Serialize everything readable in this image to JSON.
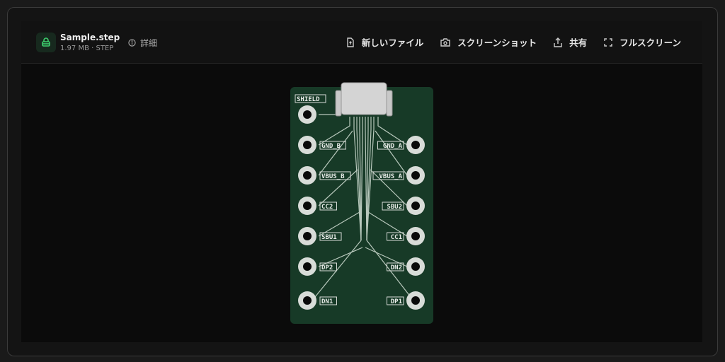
{
  "file": {
    "name": "Sample.step",
    "meta": "1.97 MB · STEP",
    "details_label": "詳細"
  },
  "actions": [
    {
      "label": "新しいファイル",
      "icon": "new-file-icon"
    },
    {
      "label": "スクリーンショット",
      "icon": "camera-icon"
    },
    {
      "label": "共有",
      "icon": "share-icon"
    },
    {
      "label": "フルスクリーン",
      "icon": "fullscreen-icon"
    }
  ],
  "pcb": {
    "labels_left": [
      "SHIELD",
      "GND_B",
      "VBUS_B",
      "CC2",
      "SBU1",
      "DP2",
      "DN1"
    ],
    "labels_right": [
      "GND_A",
      "VBUS_A",
      "SBU2",
      "CC1",
      "DN2",
      "DP1"
    ],
    "board_color": "#173a27"
  }
}
